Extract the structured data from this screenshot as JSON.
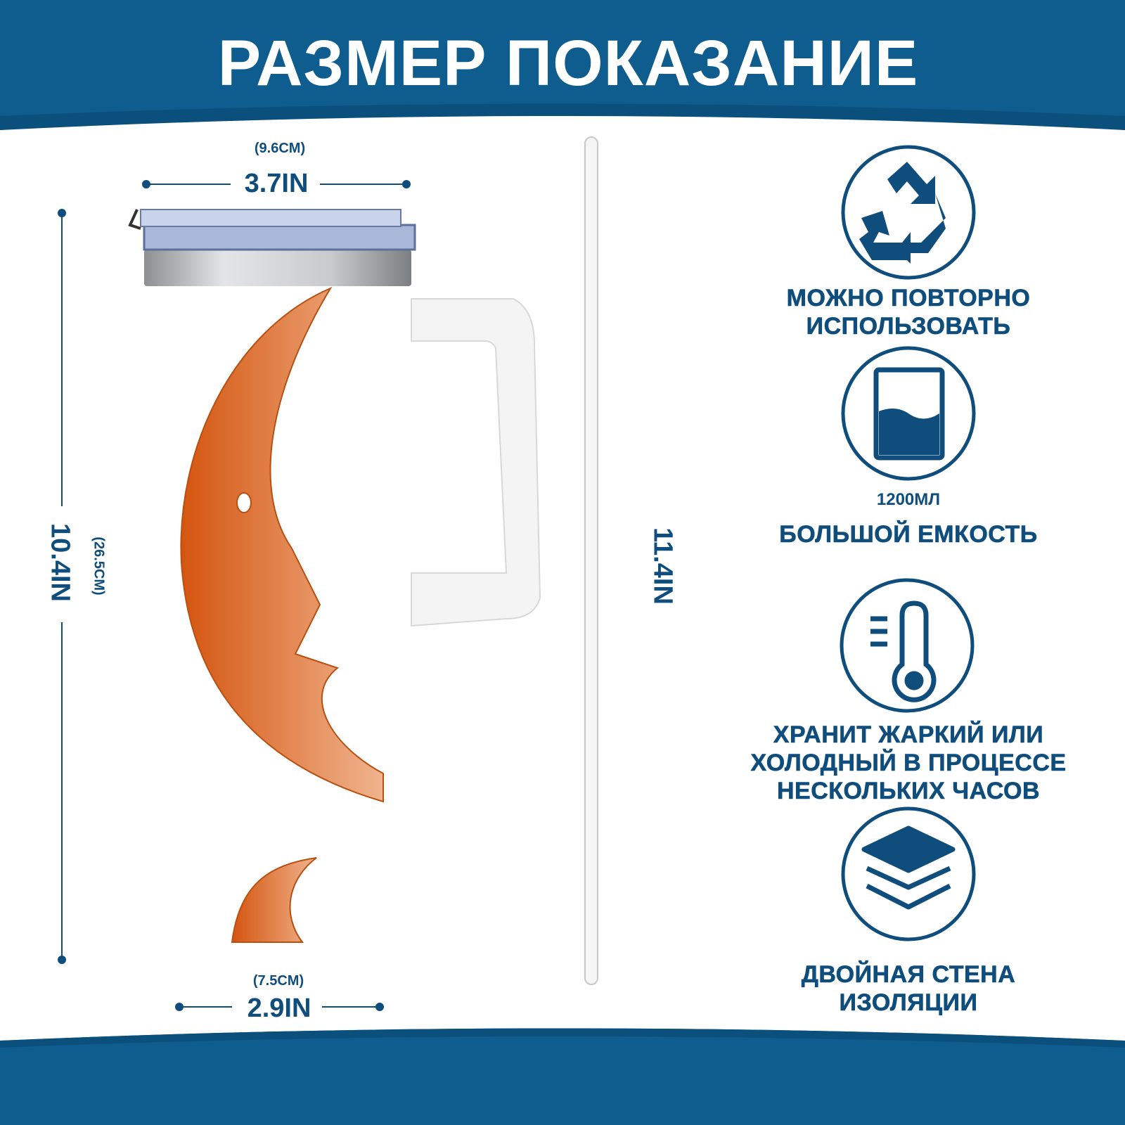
{
  "header": {
    "title": "РАЗМЕР ПОКАЗАНИЕ"
  },
  "dimensions": {
    "top_width_cm": "(9.6CM)",
    "top_width_in": "3.7IN",
    "height_in": "10.4IN",
    "height_cm": "(26.5CM)",
    "bottom_width_cm": "(7.5CM)",
    "bottom_width_in": "2.9IN",
    "straw_length_in": "11.4IN"
  },
  "features": [
    {
      "icon": "recycle-icon",
      "lines": [
        "МОЖНО ПОВТОРНО",
        "ИСПОЛЬЗОВАТЬ"
      ]
    },
    {
      "icon": "capacity-icon",
      "sub": "1200МЛ",
      "lines": [
        "БОЛЬШОЙ ЕМКОСТЬ"
      ]
    },
    {
      "icon": "thermometer-icon",
      "lines": [
        "ХРАНИТ ЖАРКИЙ ИЛИ",
        "ХОЛОДНЫЙ В ПРОЦЕССЕ",
        "НЕСКОЛЬКИХ ЧАСОВ"
      ]
    },
    {
      "icon": "layers-icon",
      "lines": [
        "ДВОЙНАЯ СТЕНА",
        "ИЗОЛЯЦИИ"
      ]
    }
  ],
  "colors": {
    "brand": "#0f5d8e",
    "text": "#0e4d7c",
    "accent": "#e0621a"
  }
}
